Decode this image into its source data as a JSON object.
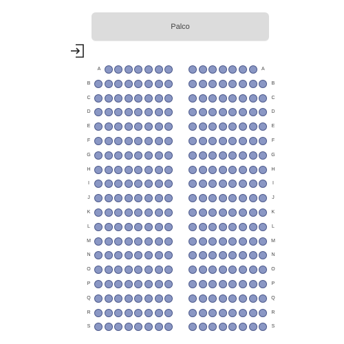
{
  "stage": {
    "label": "Palco"
  },
  "icons": {
    "entry": "exit-door-icon"
  },
  "colors": {
    "seat_fill": "#8a97c4",
    "seat_border": "#4d5a8c",
    "stage_bg": "#dcdcdc"
  },
  "rows": [
    {
      "label": "A",
      "left_seats": 7,
      "right_seats": 7
    },
    {
      "label": "B",
      "left_seats": 8,
      "right_seats": 8
    },
    {
      "label": "C",
      "left_seats": 8,
      "right_seats": 8
    },
    {
      "label": "D",
      "left_seats": 8,
      "right_seats": 8
    },
    {
      "label": "E",
      "left_seats": 8,
      "right_seats": 8
    },
    {
      "label": "F",
      "left_seats": 8,
      "right_seats": 8
    },
    {
      "label": "G",
      "left_seats": 8,
      "right_seats": 8
    },
    {
      "label": "H",
      "left_seats": 8,
      "right_seats": 8
    },
    {
      "label": "I",
      "left_seats": 8,
      "right_seats": 8
    },
    {
      "label": "J",
      "left_seats": 8,
      "right_seats": 8
    },
    {
      "label": "K",
      "left_seats": 8,
      "right_seats": 8
    },
    {
      "label": "L",
      "left_seats": 8,
      "right_seats": 8
    },
    {
      "label": "M",
      "left_seats": 8,
      "right_seats": 8
    },
    {
      "label": "N",
      "left_seats": 8,
      "right_seats": 8
    },
    {
      "label": "O",
      "left_seats": 8,
      "right_seats": 8
    },
    {
      "label": "P",
      "left_seats": 8,
      "right_seats": 8
    },
    {
      "label": "Q",
      "left_seats": 8,
      "right_seats": 8
    },
    {
      "label": "R",
      "left_seats": 8,
      "right_seats": 8
    },
    {
      "label": "S",
      "left_seats": 8,
      "right_seats": 8
    }
  ]
}
